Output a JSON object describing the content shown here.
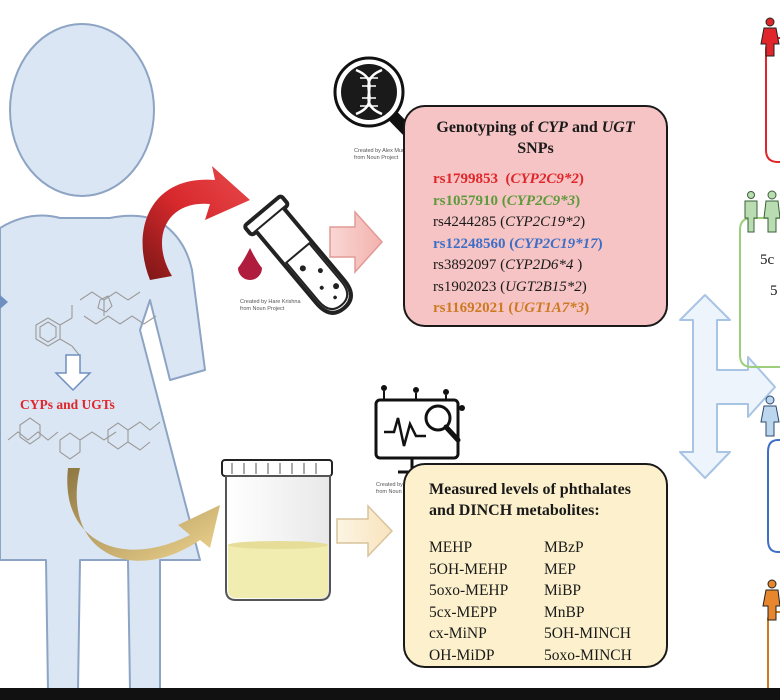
{
  "genotyping": {
    "title_parts": [
      "Genotyping of ",
      "CYP",
      " and ",
      "UGT",
      " SNPs"
    ],
    "snps": [
      {
        "rsid": "rs1799853",
        "gene": "CYP2C9*2",
        "color": "#e0262a",
        "bold": true
      },
      {
        "rsid": "rs1057910",
        "gene": "CYP2C9*3",
        "color": "#5c9a3c",
        "bold": true
      },
      {
        "rsid": "rs4244285",
        "gene": "CYP2C19*2",
        "color": "#1a1a1a",
        "bold": false
      },
      {
        "rsid": "rs12248560",
        "gene": "CYP2C19*17",
        "color": "#3d6fc7",
        "bold": true
      },
      {
        "rsid": "rs3892097",
        "gene": "CYP2D6*4",
        "color": "#1a1a1a",
        "bold": false
      },
      {
        "rsid": "rs1902023",
        "gene": "UGT2B15*2",
        "color": "#1a1a1a",
        "bold": false
      },
      {
        "rsid": "rs11692021",
        "gene": "UGT1A7*3",
        "color": "#cc7a22",
        "bold": true
      }
    ]
  },
  "measured": {
    "title_line1": "Measured levels of phthalates",
    "title_line2": "and DINCH metabolites:",
    "col1": [
      "MEHP",
      "5OH-MEHP",
      "5oxo-MEHP",
      "5cx-MEPP",
      "cx-MiNP",
      "OH-MiDP"
    ],
    "col2": [
      "MBzP",
      "MEP",
      "MiBP",
      "MnBP",
      "5OH-MINCH",
      "5oxo-MINCH"
    ]
  },
  "body_label": "CYPs and UGTs",
  "credits": {
    "dna": [
      "Created by Alex Muravev",
      "from Noun Project"
    ],
    "tube": [
      "Created by Hare Krishna",
      "from Noun Project"
    ],
    "monitor": [
      "Created by Lucas fhcm",
      "from Noun Project"
    ]
  },
  "right_partial": [
    "5c",
    "5"
  ],
  "colors": {
    "genotyping_fill": "#f6c4c4",
    "measured_fill": "#fdf1cd",
    "woman_fill": "#dbe6f4",
    "woman_stroke": "#8da4c4",
    "red_arrow": "#e0262a",
    "tan_arrow": "#d7b97a",
    "blue_outline": "#a8c4e4"
  }
}
